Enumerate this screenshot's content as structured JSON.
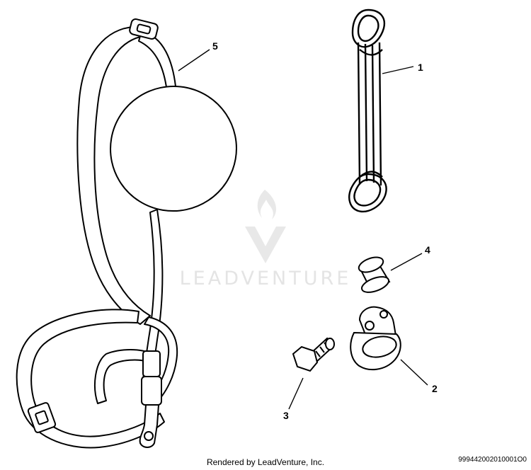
{
  "watermark": {
    "text": "LEADVENTURE"
  },
  "callouts": [
    {
      "id": "1",
      "label": "1"
    },
    {
      "id": "2",
      "label": "2"
    },
    {
      "id": "3",
      "label": "3"
    },
    {
      "id": "4",
      "label": "4"
    },
    {
      "id": "5",
      "label": "5"
    }
  ],
  "footer": {
    "credit": "Rendered by LeadVenture, Inc.",
    "diagram_code": "999442002010001O0"
  }
}
